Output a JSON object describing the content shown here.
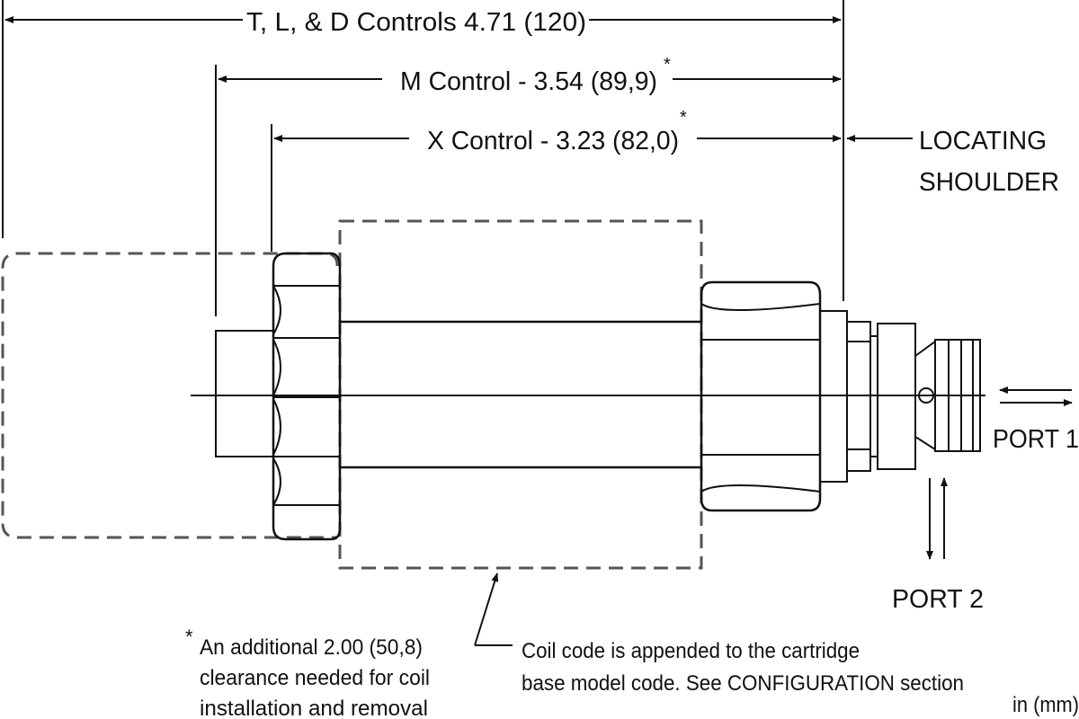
{
  "dimensions": {
    "tld": "T, L, & D Controls 4.71 (120)",
    "m": "M Control - 3.54 (89,9)",
    "x": "X Control - 3.23 (82,0)",
    "asterisk": "*"
  },
  "callouts": {
    "locating_line1": "LOCATING",
    "locating_line2": "SHOULDER",
    "port1": "PORT 1",
    "port2": "PORT 2",
    "coil_line1": "Coil code is appended to the cartridge",
    "coil_line2": "base model code. See CONFIGURATION section"
  },
  "footnote": {
    "marker": "*",
    "line1": "An additional 2.00 (50,8)",
    "line2": "clearance needed for coil",
    "line3": "installation and removal"
  },
  "units": "in (mm)",
  "colors": {
    "ink": "#111111",
    "dashed": "#555555",
    "background": "#ffffff"
  }
}
